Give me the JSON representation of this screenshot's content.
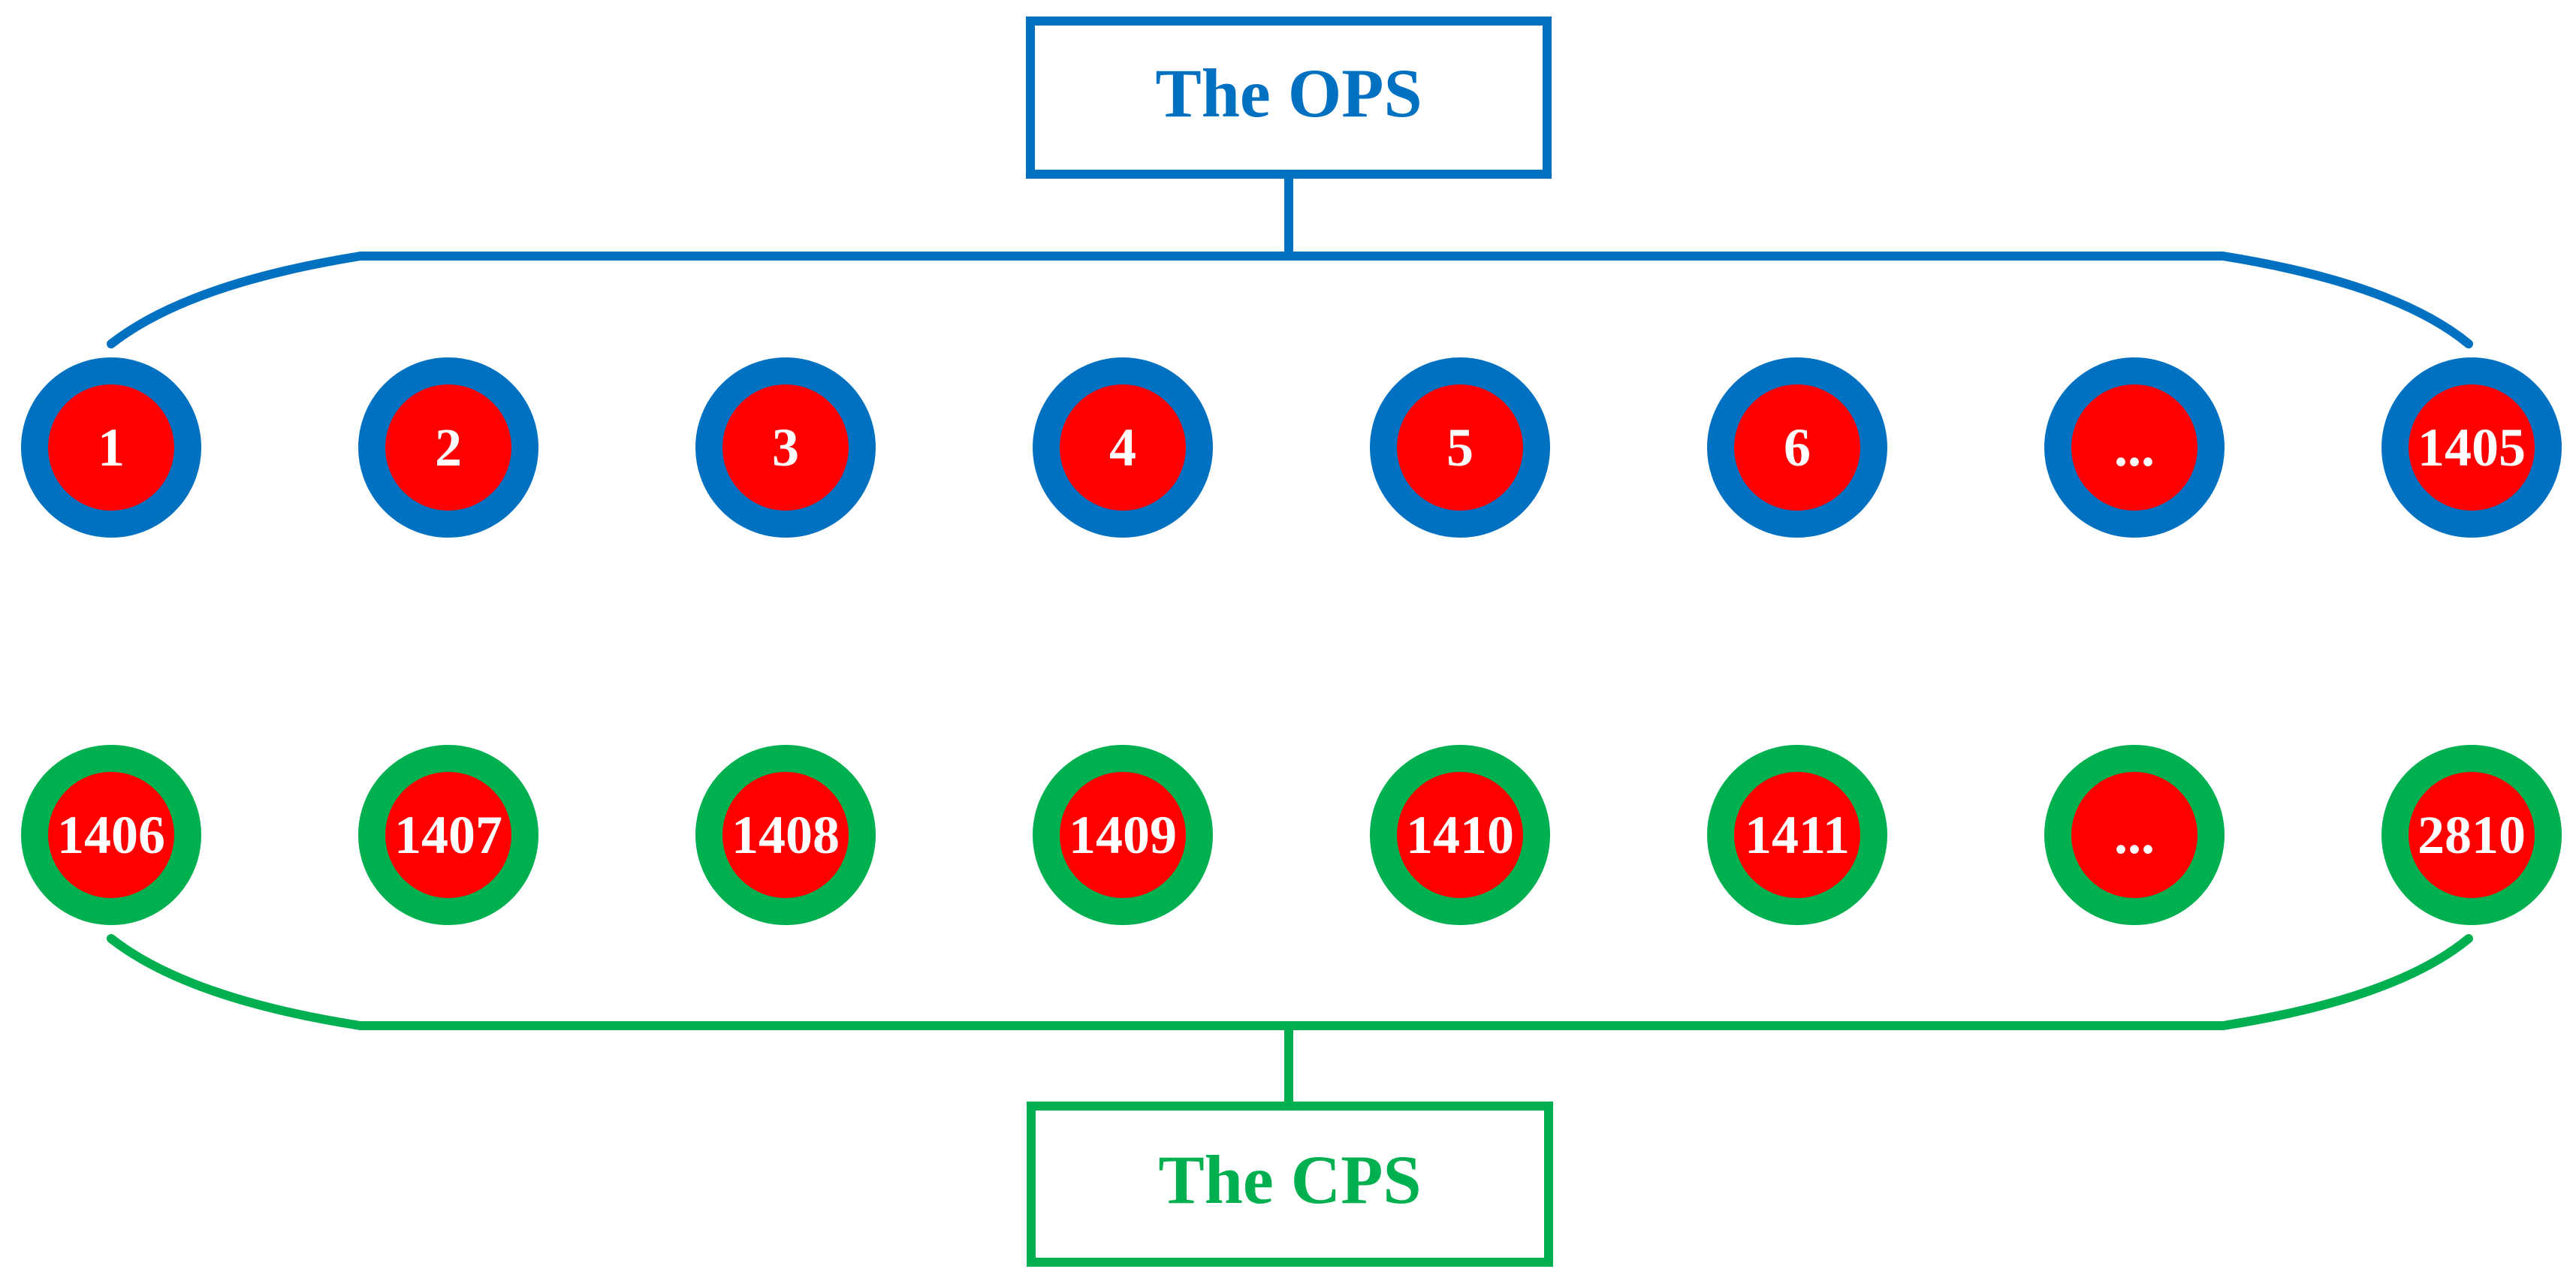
{
  "colors": {
    "ops_blue": "#0070C0",
    "cps_green": "#00B050",
    "node_red": "#FF0000",
    "node_text": "#FFFFFF",
    "canvas_bg": "#FFFFFF"
  },
  "ops": {
    "title": "The OPS",
    "nodes": [
      "1",
      "2",
      "3",
      "4",
      "5",
      "6",
      "...",
      "1405"
    ]
  },
  "cps": {
    "title": "The CPS",
    "nodes": [
      "1406",
      "1407",
      "1408",
      "1409",
      "1410",
      "1411",
      "...",
      "2810"
    ]
  }
}
